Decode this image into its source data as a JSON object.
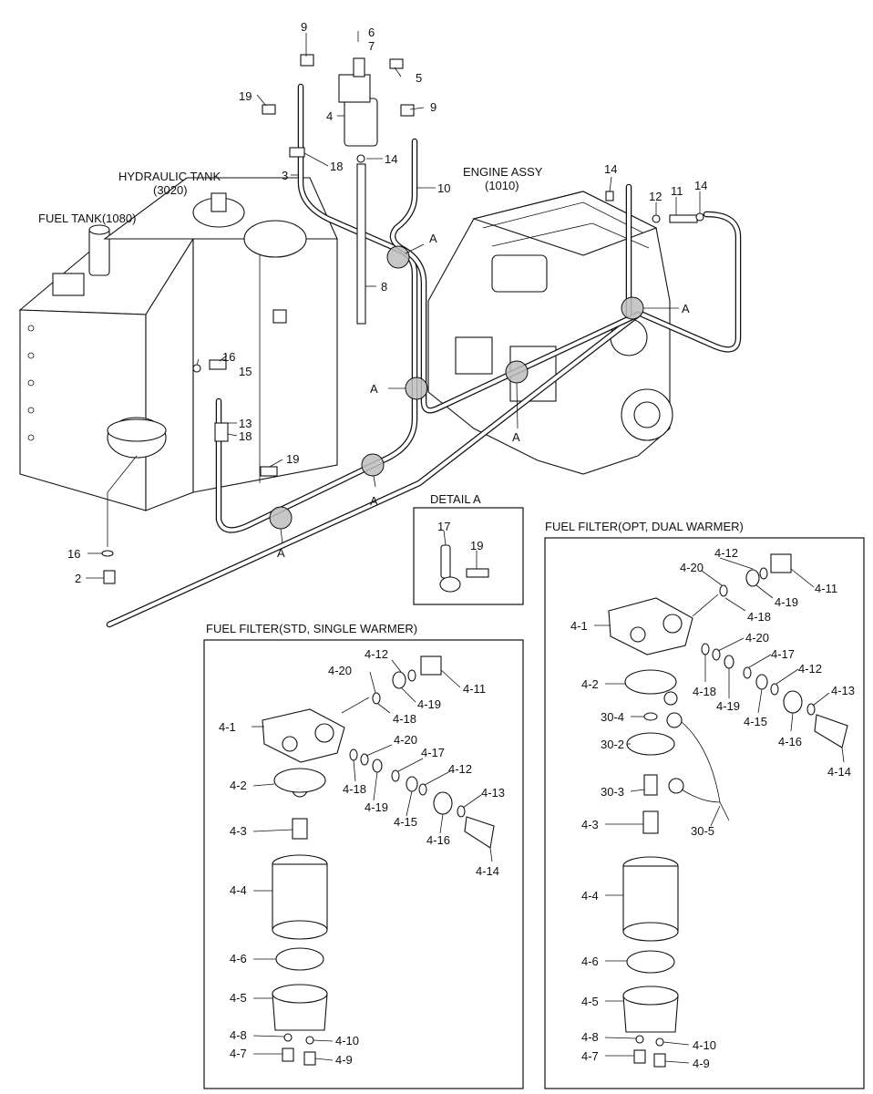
{
  "titles": {
    "hydraulic_tank": "HYDRAULIC TANK",
    "hydraulic_tank_ref": "(3020)",
    "fuel_tank": "FUEL TANK(1080)",
    "engine_assy": "ENGINE ASSY",
    "engine_assy_ref": "(1010)",
    "detail": "DETAIL  A",
    "std_filter": "FUEL FILTER(STD, SINGLE WARMER)",
    "opt_filter": "FUEL FILTER(OPT, DUAL WARMER)"
  },
  "detail_marker": "A",
  "callouts": {
    "p2": "2",
    "p3": "3",
    "p4": "4",
    "p5": "5",
    "p6": "6",
    "p7": "7",
    "p8": "8",
    "p9a": "9",
    "p9b": "9",
    "p10": "10",
    "p11": "11",
    "p12": "12",
    "p13": "13",
    "p14a": "14",
    "p14b": "14",
    "p14c": "14",
    "p15": "15",
    "p16a": "16",
    "p16b": "16",
    "p17": "17",
    "p18a": "18",
    "p18b": "18",
    "p19a": "19",
    "p19b": "19",
    "p19c": "19"
  },
  "std_callouts": {
    "p4_1": "4-1",
    "p4_2": "4-2",
    "p4_3": "4-3",
    "p4_4": "4-4",
    "p4_5": "4-5",
    "p4_6": "4-6",
    "p4_7": "4-7",
    "p4_8": "4-8",
    "p4_9": "4-9",
    "p4_10": "4-10",
    "p4_11": "4-11",
    "p4_12a": "4-12",
    "p4_12b": "4-12",
    "p4_13": "4-13",
    "p4_14": "4-14",
    "p4_15": "4-15",
    "p4_16": "4-16",
    "p4_17": "4-17",
    "p4_18a": "4-18",
    "p4_18b": "4-18",
    "p4_19a": "4-19",
    "p4_19b": "4-19",
    "p4_20a": "4-20",
    "p4_20b": "4-20"
  },
  "opt_callouts": {
    "p4_1": "4-1",
    "p4_2": "4-2",
    "p4_3": "4-3",
    "p4_4": "4-4",
    "p4_5": "4-5",
    "p4_6": "4-6",
    "p4_7": "4-7",
    "p4_8": "4-8",
    "p4_9": "4-9",
    "p4_10": "4-10",
    "p4_11": "4-11",
    "p4_12a": "4-12",
    "p4_12b": "4-12",
    "p4_13": "4-13",
    "p4_14": "4-14",
    "p4_15": "4-15",
    "p4_16": "4-16",
    "p4_17": "4-17",
    "p4_18a": "4-18",
    "p4_18b": "4-18",
    "p4_19a": "4-19",
    "p4_19b": "4-19",
    "p4_20a": "4-20",
    "p4_20b": "4-20",
    "p30_2": "30-2",
    "p30_3": "30-3",
    "p30_4": "30-4",
    "p30_5": "30-5"
  }
}
